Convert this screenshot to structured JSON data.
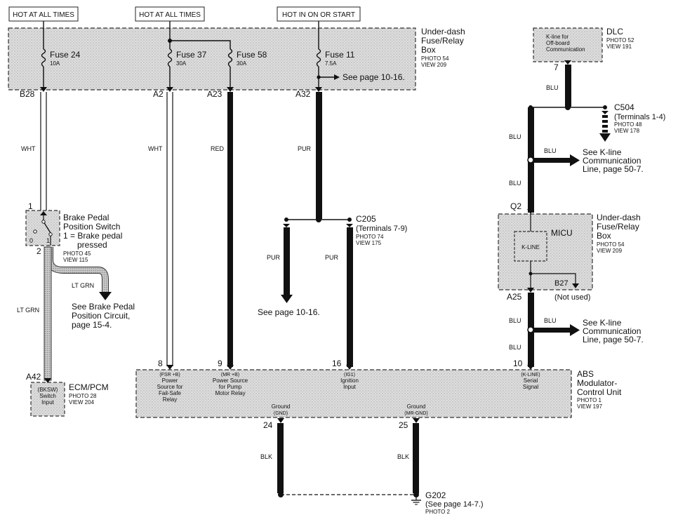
{
  "power_labels": {
    "hot1": "HOT AT ALL TIMES",
    "hot2": "HOT AT ALL TIMES",
    "hot3": "HOT IN ON OR START"
  },
  "fuse_box_top": {
    "title_lines": [
      "Under-dash",
      "Fuse/Relay",
      "Box"
    ],
    "photo": "PHOTO 54",
    "view": "VIEW 209",
    "fuses": [
      {
        "name": "Fuse 24",
        "amps": "10A"
      },
      {
        "name": "Fuse 37",
        "amps": "30A"
      },
      {
        "name": "Fuse 58",
        "amps": "30A"
      },
      {
        "name": "Fuse 11",
        "amps": "7.5A"
      }
    ],
    "see_page": "See page 10-16."
  },
  "terminals": {
    "b28": "B28",
    "a2": "A2",
    "a23": "A23",
    "a32": "A32",
    "t1": "1",
    "t2": "2",
    "a42": "A42",
    "t8": "8",
    "t9": "9",
    "t16": "16",
    "t10": "10",
    "t24": "24",
    "t25": "25",
    "t7": "7",
    "q2": "Q2",
    "a25": "A25"
  },
  "wire_colors": {
    "wht1": "WHT",
    "wht2": "WHT",
    "red": "RED",
    "pur1": "PUR",
    "pur2": "PUR",
    "pur3": "PUR",
    "ltgrn1": "LT GRN",
    "ltgrn2": "LT GRN",
    "blu1": "BLU",
    "blu2": "BLU",
    "blu3": "BLU",
    "blu4": "BLU",
    "blu5": "BLU",
    "blu6": "BLU",
    "blu7": "BLU",
    "blk1": "BLK",
    "blk2": "BLK"
  },
  "brake_switch": {
    "title_lines": [
      "Brake Pedal",
      "Position Switch",
      "1 = Brake pedal",
      "pressed"
    ],
    "photo": "PHOTO 45",
    "view": "VIEW 115",
    "pos0": "0",
    "pos1": "1",
    "see_lines": [
      "See Brake Pedal",
      "Position Circuit,",
      "page 15-4."
    ]
  },
  "c205": {
    "title": "C205",
    "terminals": "(Terminals 7-9)",
    "photo": "PHOTO 74",
    "view": "VIEW 175",
    "see_page": "See page 10-16."
  },
  "ecm": {
    "title": "ECM/PCM",
    "pin_lines": [
      "(BKSW)",
      "Switch",
      "Input"
    ],
    "photo": "PHOTO 28",
    "view": "VIEW 204"
  },
  "dlc": {
    "title": "DLC",
    "inner_lines": [
      "K-line for",
      "Off-board",
      "Communication"
    ],
    "photo": "PHOTO 52",
    "view": "VIEW 191"
  },
  "c504": {
    "title": "C504",
    "terminals": "(Terminals 1-4)",
    "photo": "PHOTO 48",
    "view": "VIEW 178"
  },
  "kline_see": {
    "lines1": [
      "See K-line",
      "Communication",
      "Line, page 50-7."
    ],
    "lines2": [
      "See K-line",
      "Communication",
      "Line, page 50-7."
    ]
  },
  "micu_box": {
    "title_lines": [
      "Under-dash",
      "Fuse/Relay",
      "Box"
    ],
    "photo": "PHOTO 54",
    "view": "VIEW 209",
    "micu": "MICU",
    "kline": "K-LINE",
    "b27": "B27",
    "not_used": "(Not used)"
  },
  "abs": {
    "title_lines": [
      "ABS",
      "Modulator-",
      "Control Unit"
    ],
    "photo": "PHOTO 1",
    "view": "VIEW 197",
    "pin8_lines": [
      "(FSR +B)",
      "Power",
      "Source for",
      "Fail-Safe",
      "Relay"
    ],
    "pin9_lines": [
      "(MR +B)",
      "Power Source",
      "for Pump",
      "Motor Relay"
    ],
    "pin16_lines": [
      "(IG1)",
      "Ignition",
      "Input"
    ],
    "pin10_lines": [
      "(K-LINE)",
      "Serial",
      "Signal"
    ],
    "gnd24_lines": [
      "Ground",
      "(GND)"
    ],
    "gnd25_lines": [
      "Ground",
      "(MR-GND)"
    ]
  },
  "g202": {
    "title": "G202",
    "see": "(See page 14-7.)",
    "photo": "PHOTO 2"
  }
}
